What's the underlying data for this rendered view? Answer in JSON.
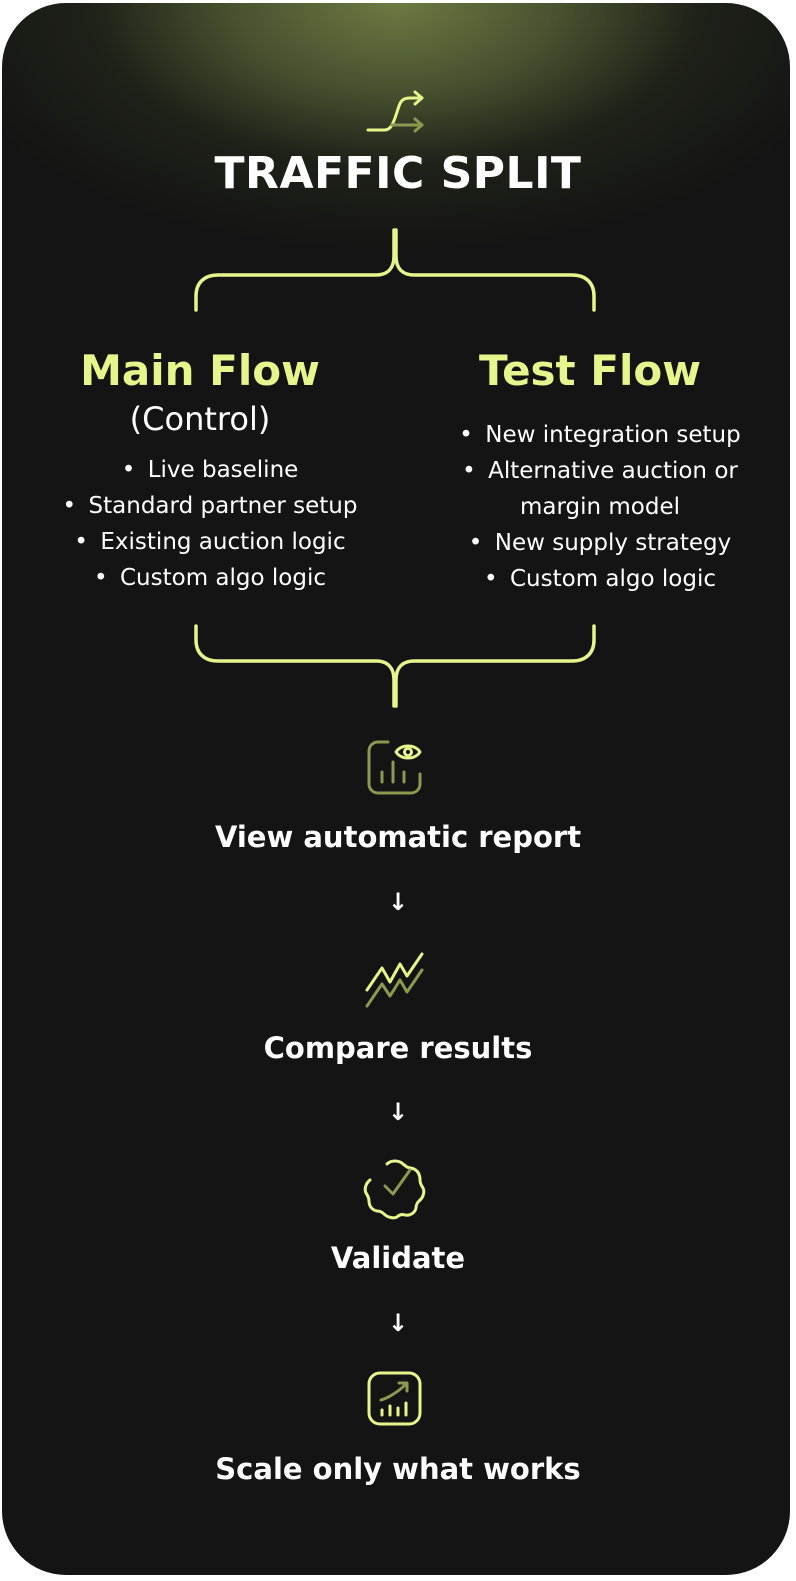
{
  "header": {
    "icon": "split-arrow-icon",
    "title": "TRAFFIC SPLIT"
  },
  "main_flow": {
    "title": "Main Flow",
    "subtitle": "(Control)",
    "items": [
      "Live baseline",
      "Standard partner setup",
      "Existing auction logic",
      "Custom algo logic"
    ]
  },
  "test_flow": {
    "title": "Test Flow",
    "items": [
      "New integration setup",
      "Alternative auction or",
      "margin model",
      "New supply strategy",
      "Custom algo logic"
    ]
  },
  "steps": [
    {
      "icon": "report-eye-icon",
      "label": "View automatic report"
    },
    {
      "icon": "compare-lines-icon",
      "label": "Compare results"
    },
    {
      "icon": "verified-badge-icon",
      "label": "Validate"
    },
    {
      "icon": "growth-chart-icon",
      "label": "Scale only what works"
    }
  ],
  "arrow_glyph": "↓",
  "bullet_glyph": "•",
  "colors": {
    "background": "#141414",
    "accent": "#e6f58c",
    "accent_dim": "#8a9a50",
    "glow": "#6c7a42",
    "text": "#ffffff"
  }
}
